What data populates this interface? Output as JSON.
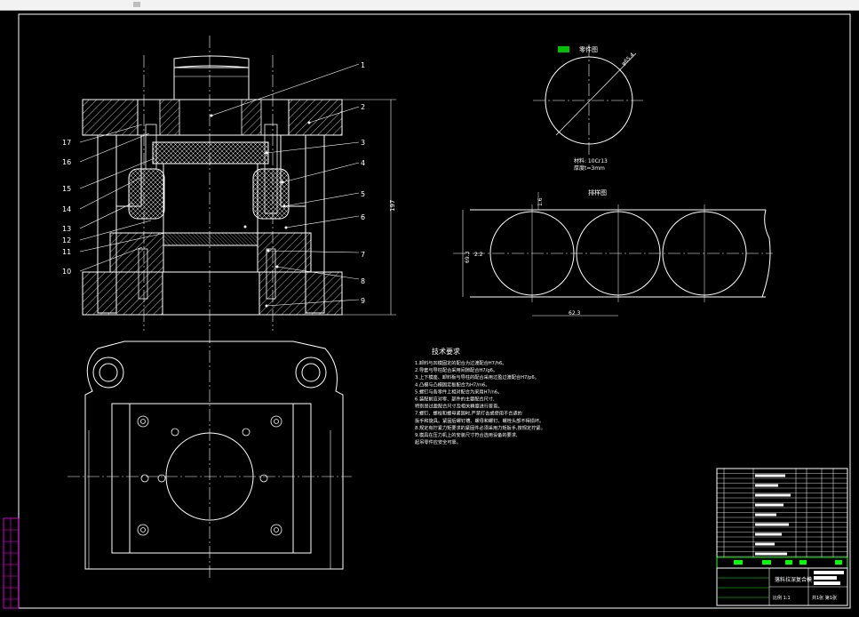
{
  "colors": {
    "background": "#000000",
    "line": "#ffffff",
    "accent_green": "#00c000",
    "title_block_green": "#00ff00",
    "left_strip": "#ff00ff",
    "hatch": "#ffffff"
  },
  "balloons": {
    "right": [
      "1",
      "2",
      "3",
      "4",
      "5",
      "6",
      "7",
      "8",
      "9"
    ],
    "left": [
      "17",
      "16",
      "15",
      "14",
      "13",
      "12",
      "11",
      "10"
    ]
  },
  "dimensions": {
    "height_label": "197",
    "strip_width": "69.3",
    "strip_height": "2.2",
    "pitch_label": "62.3",
    "margin_label": "1.6"
  },
  "part_view": {
    "title": "零件图",
    "diameter_label": "φ65.4",
    "material": "材料: 10Cr13",
    "thickness": "厚度t=3mm"
  },
  "layout_view": {
    "title": "排样图"
  },
  "tech_requirements": {
    "title": "技术要求",
    "items": [
      "1.卸料与凹模固定的配合为过渡配合H7/h6。",
      "2.导套与导柱配合采用间隙配合H7/g6。",
      "3.上下模座、卸料板与导柱的配合采用过盈过渡配合H7/p6。",
      "4.凸模与凸模固定板配合为H7/m6。",
      "5.螺钉与各零件上相对配合为采用H7/n6。",
      "6.装配前应对零、部件的主要配合尺寸,",
      "  特别是过盈配合尺寸及相关精度进行复查。",
      "7.螺钉、螺栓和螺母紧固时,严禁打击或使用不合适的",
      "  扳手和旋具。紧固后螺钉槽、螺母和螺钉、螺栓头部不得损坏。",
      "8.规定有拧紧力矩要求的紧固件必须采用力矩扳手,按规定拧紧。",
      "9.模具在压力机上的安装尺寸符合选用设备的要求,",
      "  起吊零件应安全可靠。"
    ]
  },
  "title_block": {
    "title": "落料拉深复合模",
    "scale": "比例 1:1",
    "sheet": "共1张 第1张"
  }
}
